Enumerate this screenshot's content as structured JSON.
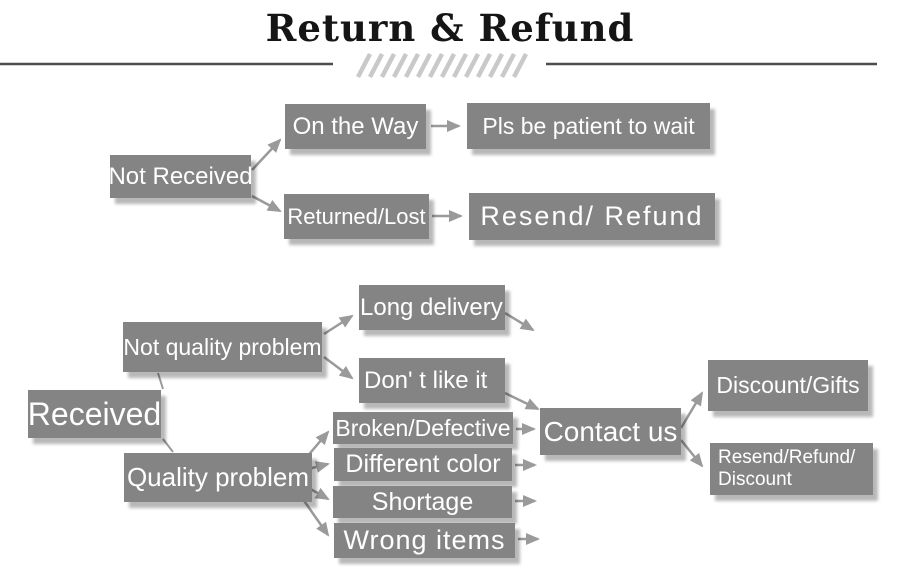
{
  "title": "Return & Refund",
  "flow_not_received": {
    "not_received": "Not Received",
    "on_the_way": "On the Way",
    "returned_lost": "Returned/Lost",
    "pls_wait": "Pls be patient to wait",
    "resend_refund": "Resend/ Refund"
  },
  "flow_received": {
    "received": "Received",
    "not_quality_problem": "Not quality problem",
    "quality_problem": "Quality problem",
    "long_delivery": "Long delivery",
    "dont_like_it": "Don'  t like it",
    "broken_defective": "Broken/Defective",
    "different_color": "Different color",
    "shortage": "Shortage",
    "wrong_items": "Wrong items",
    "contact_us": "Contact us",
    "discount_gifts": "Discount/Gifts",
    "resend_refund_discount": "Resend/Refund/\nDiscount"
  },
  "colors": {
    "node_fill": "#848484",
    "node_text": "#ffffff",
    "arrow": "#9a9a9a",
    "title_text": "#151515",
    "divider_line": "#4d4d4d",
    "hatch": "#c9c9c9",
    "background": "#ffffff"
  }
}
